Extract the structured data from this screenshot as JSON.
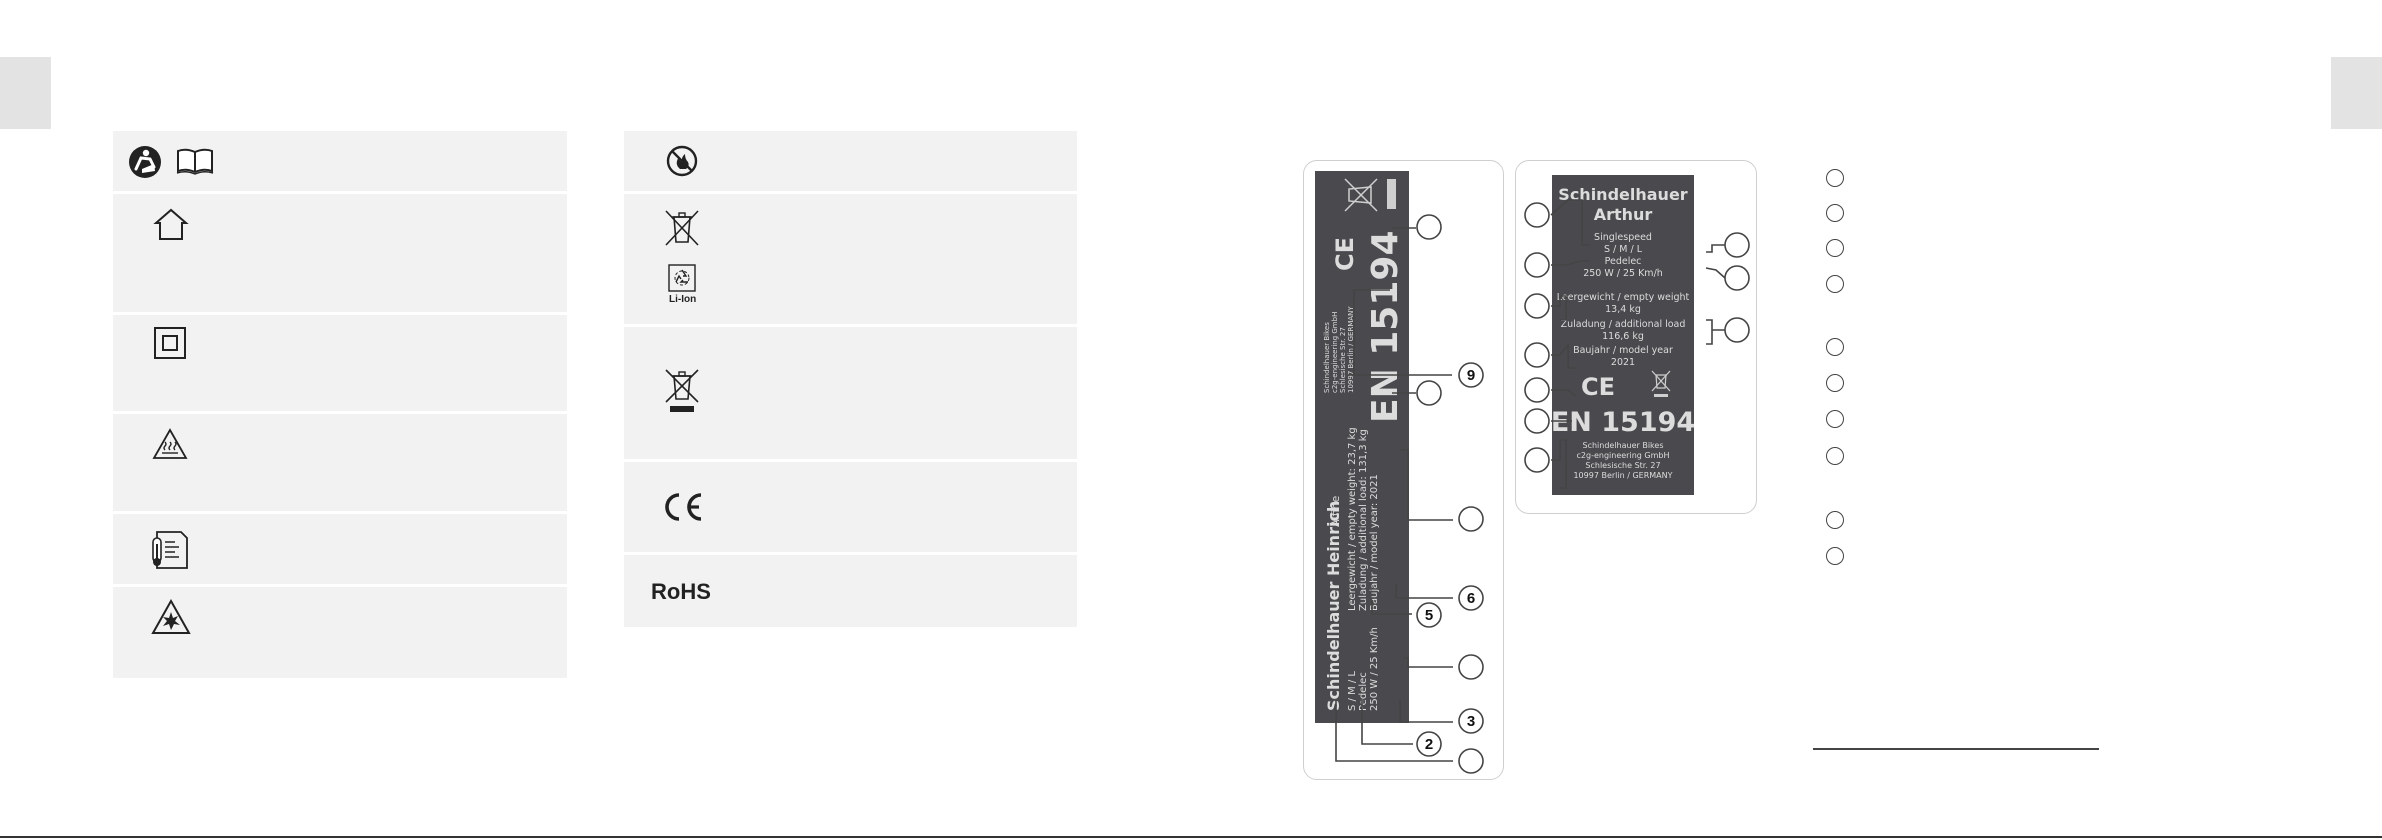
{
  "rohs_label": "RoHS",
  "liion_label": "Li-Ion",
  "icons": {
    "left_table": [
      "read-manual-icon",
      "book-icon",
      "house-indoor-icon",
      "double-insulation-icon",
      "hot-surface-icon",
      "temperature-range-icon",
      "explosion-warning-icon"
    ],
    "right_table": [
      "no-fire-icon",
      "crossed-bin-icon",
      "recycling-liion-icon",
      "crossed-bin-bar-icon",
      "ce-mark-icon"
    ]
  },
  "sticker_heinrich": {
    "ce_mark": "CE",
    "en_norm": "EN 15194",
    "manufacturer_lines": [
      "Schindelhauer Bikes",
      "c2g-engineering GmbH",
      "Schlesische Str. 27",
      "10997 Berlin / GERMANY"
    ],
    "brand_model": "Schindelhauer Heinrich",
    "variant": "Alfine",
    "sizes": "S / M / L",
    "type": "Pedelec",
    "power": "250 W / 25 Km/h",
    "empty_weight": "Leergewicht / empty weight: 23,7 kg",
    "additional_load": "Zuladung / additional load: 131,3 kg",
    "model_year": "Baujahr / model year: 2021"
  },
  "sticker_arthur": {
    "brand": "Schindelhauer",
    "model": "Arthur",
    "drivetrain": "Singlespeed",
    "sizes": "S / M / L",
    "type": "Pedelec",
    "power": "250 W / 25 Km/h",
    "empty_weight_label": "Leergewicht / empty weight",
    "empty_weight": "13,4 kg",
    "additional_load_label": "Zuladung / additional load",
    "additional_load": "116,6 kg",
    "model_year_label": "Baujahr / model year",
    "model_year": "2021",
    "ce_mark": "CE",
    "en_norm": "EN 15194",
    "manufacturer_lines": [
      "Schindelhauer Bikes",
      "c2g-engineering GmbH",
      "Schlesische Str. 27",
      "10997 Berlin / GERMANY"
    ]
  },
  "callout_numbers": [
    "9",
    "6",
    "5",
    "3",
    "2"
  ]
}
